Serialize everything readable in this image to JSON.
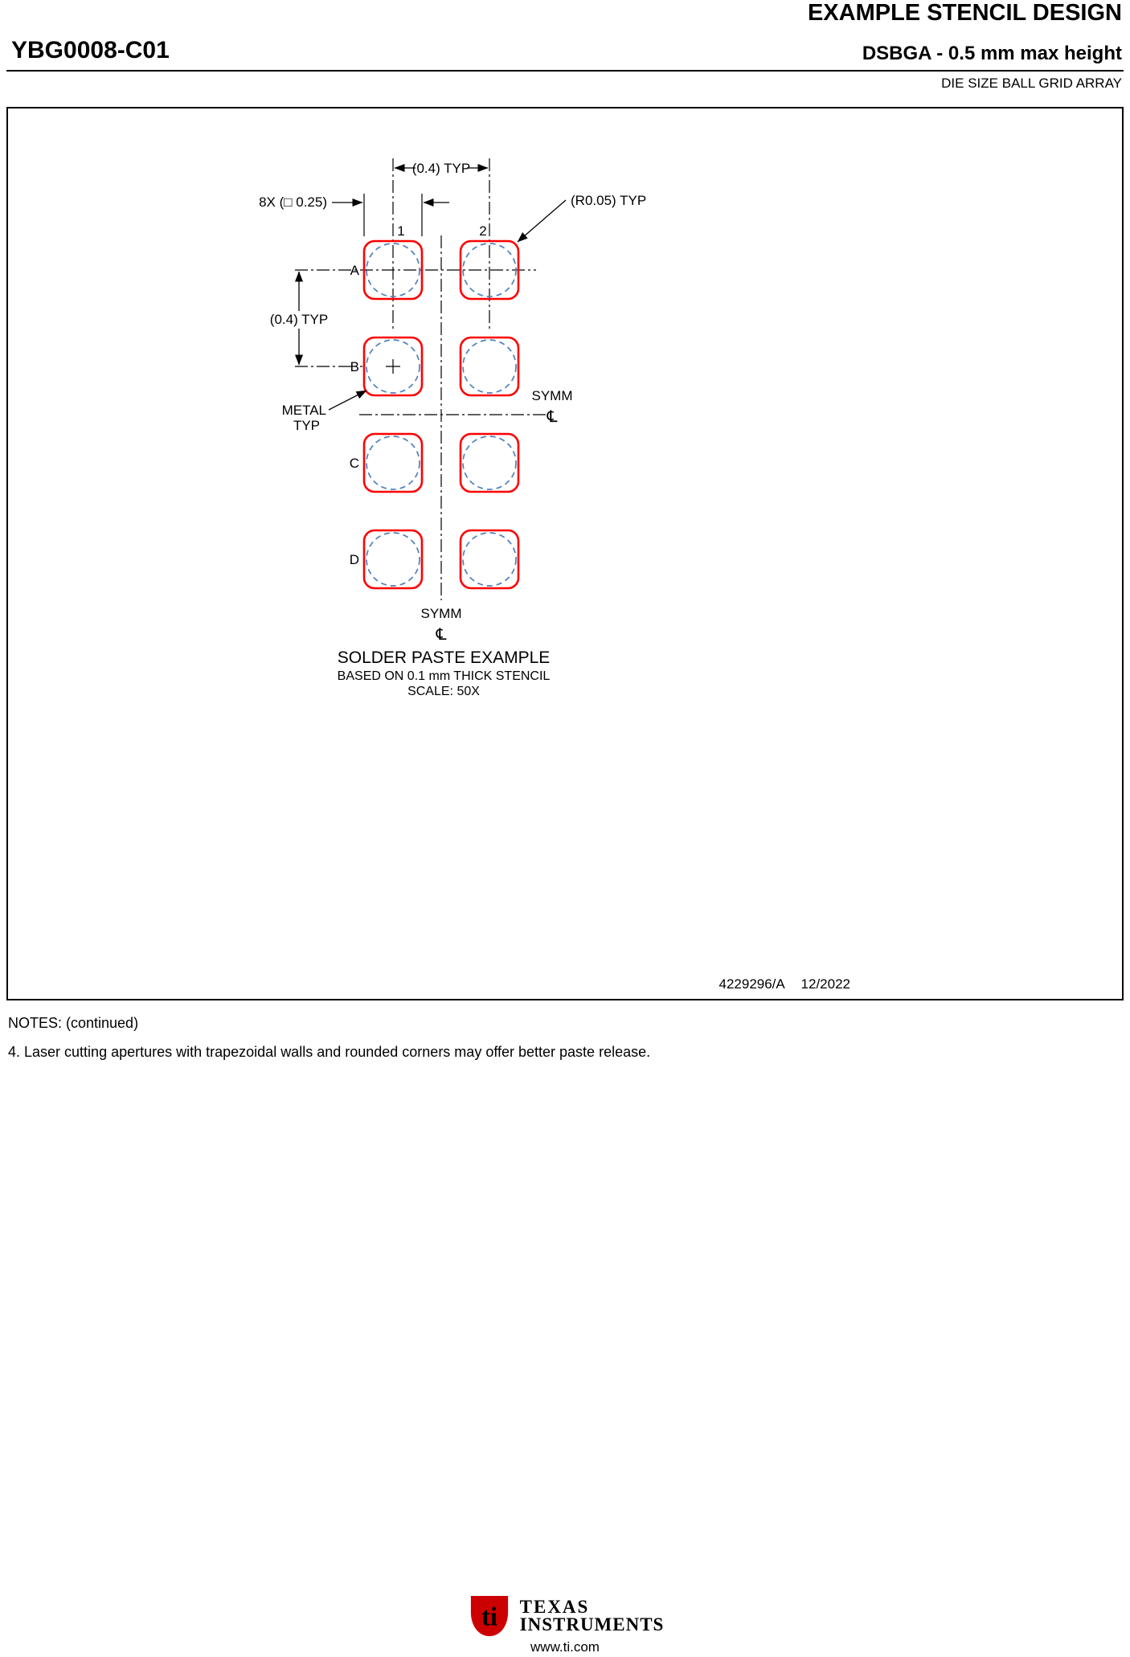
{
  "header": {
    "doc_title": "EXAMPLE STENCIL DESIGN",
    "part_number": "YBG0008-C01",
    "package_desc": "DSBGA - 0.5 mm max height",
    "package_family": "DIE SIZE BALL GRID ARRAY"
  },
  "drawing": {
    "dim_pitch_top": "(0.4) TYP",
    "dim_pitch_left": "(0.4) TYP",
    "dim_aperture": "8X (□ 0.25)",
    "dim_corner_radius": "(R0.05) TYP",
    "metal_line1": "METAL",
    "metal_line2": "TYP",
    "symm_label": "SYMM",
    "centerline_symbol": "℄",
    "col_labels": [
      "1",
      "2"
    ],
    "row_labels": [
      "A",
      "B",
      "C",
      "D"
    ],
    "caption": {
      "title": "SOLDER PASTE EXAMPLE",
      "line2": "BASED ON 0.1 mm THICK STENCIL",
      "line3": "SCALE: 50X"
    },
    "doc_number": "4229296/A",
    "doc_date": "12/2022"
  },
  "notes": {
    "heading": "NOTES: (continued)",
    "note4": "4. Laser cutting apertures with trapezoidal walls and rounded corners may offer better paste release."
  },
  "footer": {
    "brand_line1": "TEXAS",
    "brand_line2": "INSTRUMENTS",
    "logo_text": "ti",
    "website": "www.ti.com"
  },
  "colors": {
    "aperture_red": "#ff0000",
    "ball_blue": "#4f81bd",
    "ti_red": "#cc0000"
  }
}
